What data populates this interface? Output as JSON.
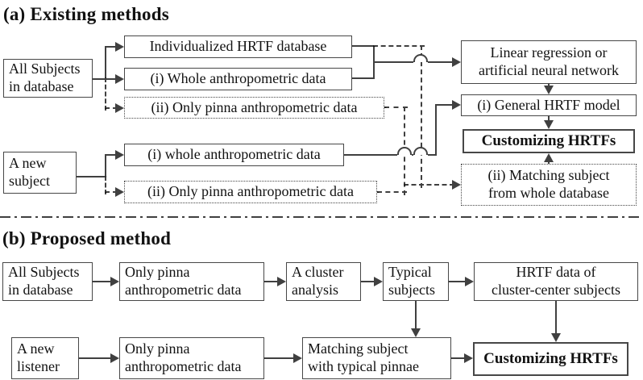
{
  "diagram": {
    "colors": {
      "line": "#404040",
      "border": "#474747",
      "text": "#121212",
      "background": "#ffffff"
    },
    "section_a": {
      "title": "(a) Existing methods",
      "all_subjects": "All Subjects\nin database",
      "individualized_db": "Individualized HRTF database",
      "whole_anthro_db": "(i) Whole anthropometric data",
      "pinna_anthro_db": "(ii) Only pinna anthropometric data",
      "new_subject": "A new\nsubject",
      "whole_anthro_new": "(i) whole anthropometric data",
      "pinna_anthro_new": "(ii) Only pinna anthropometric data",
      "regression": "Linear regression or\nartificial neural network",
      "general_model": "(i) General HRTF model",
      "customizing": "Customizing HRTFs",
      "matching": "(ii) Matching subject\nfrom whole database"
    },
    "section_b": {
      "title": "(b) Proposed method",
      "all_subjects": "All Subjects\nin database",
      "pinna_anthro_db": "Only pinna\nanthropometric data",
      "cluster_analysis": "A cluster\nanalysis",
      "typical_subjects": "Typical\nsubjects",
      "hrtf_cluster_data": "HRTF data of\ncluster-center subjects",
      "new_listener": "A new\nlistener",
      "pinna_anthro_new": "Only pinna\nanthropometric data",
      "matching": "Matching subject\nwith typical pinnae",
      "customizing": "Customizing HRTFs"
    }
  }
}
